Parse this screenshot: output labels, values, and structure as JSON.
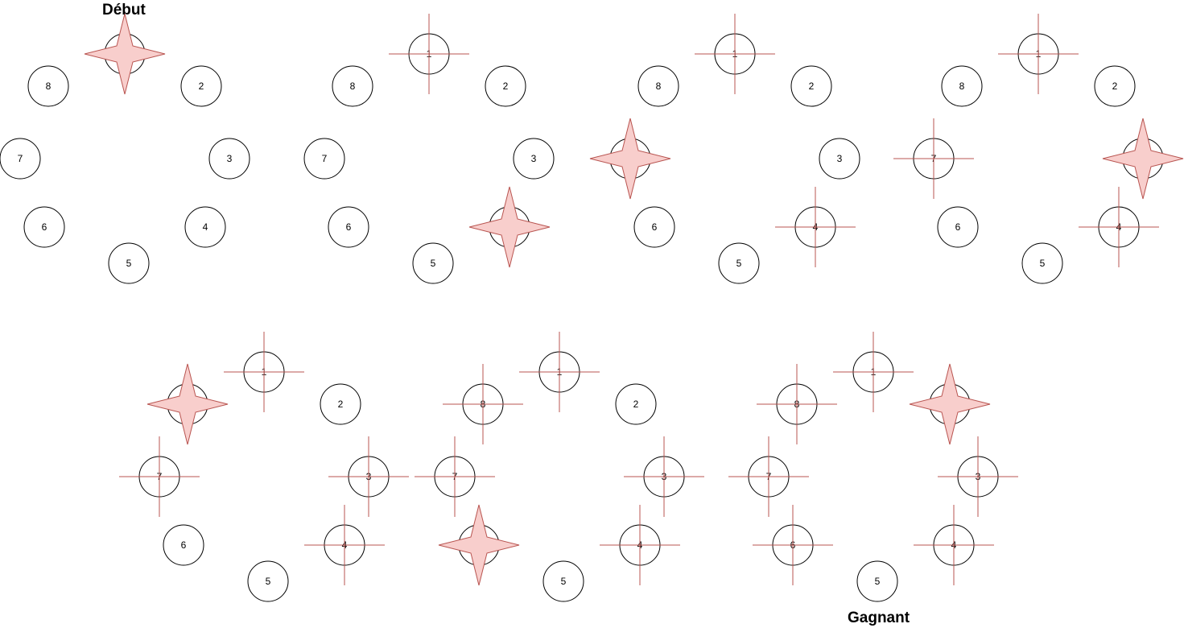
{
  "labels": {
    "start": "Début",
    "end": "Gagnant"
  },
  "colors": {
    "star_fill": "#f8cecc",
    "star_stroke": "#b85450",
    "cross": "#b85450",
    "circle": "#000000"
  },
  "circle_labels": [
    "1",
    "2",
    "3",
    "4",
    "5",
    "6",
    "7",
    "8"
  ],
  "steps": [
    {
      "star": "1",
      "crossed": []
    },
    {
      "star": "4",
      "crossed": [
        "1"
      ]
    },
    {
      "star": "7",
      "crossed": [
        "1",
        "4"
      ]
    },
    {
      "star": "3",
      "crossed": [
        "1",
        "4",
        "7"
      ]
    },
    {
      "star": "8",
      "crossed": [
        "1",
        "3",
        "4",
        "7"
      ]
    },
    {
      "star": "6",
      "crossed": [
        "1",
        "3",
        "4",
        "7",
        "8"
      ]
    },
    {
      "star": "2",
      "crossed": [
        "1",
        "3",
        "4",
        "6",
        "7",
        "8"
      ]
    }
  ]
}
